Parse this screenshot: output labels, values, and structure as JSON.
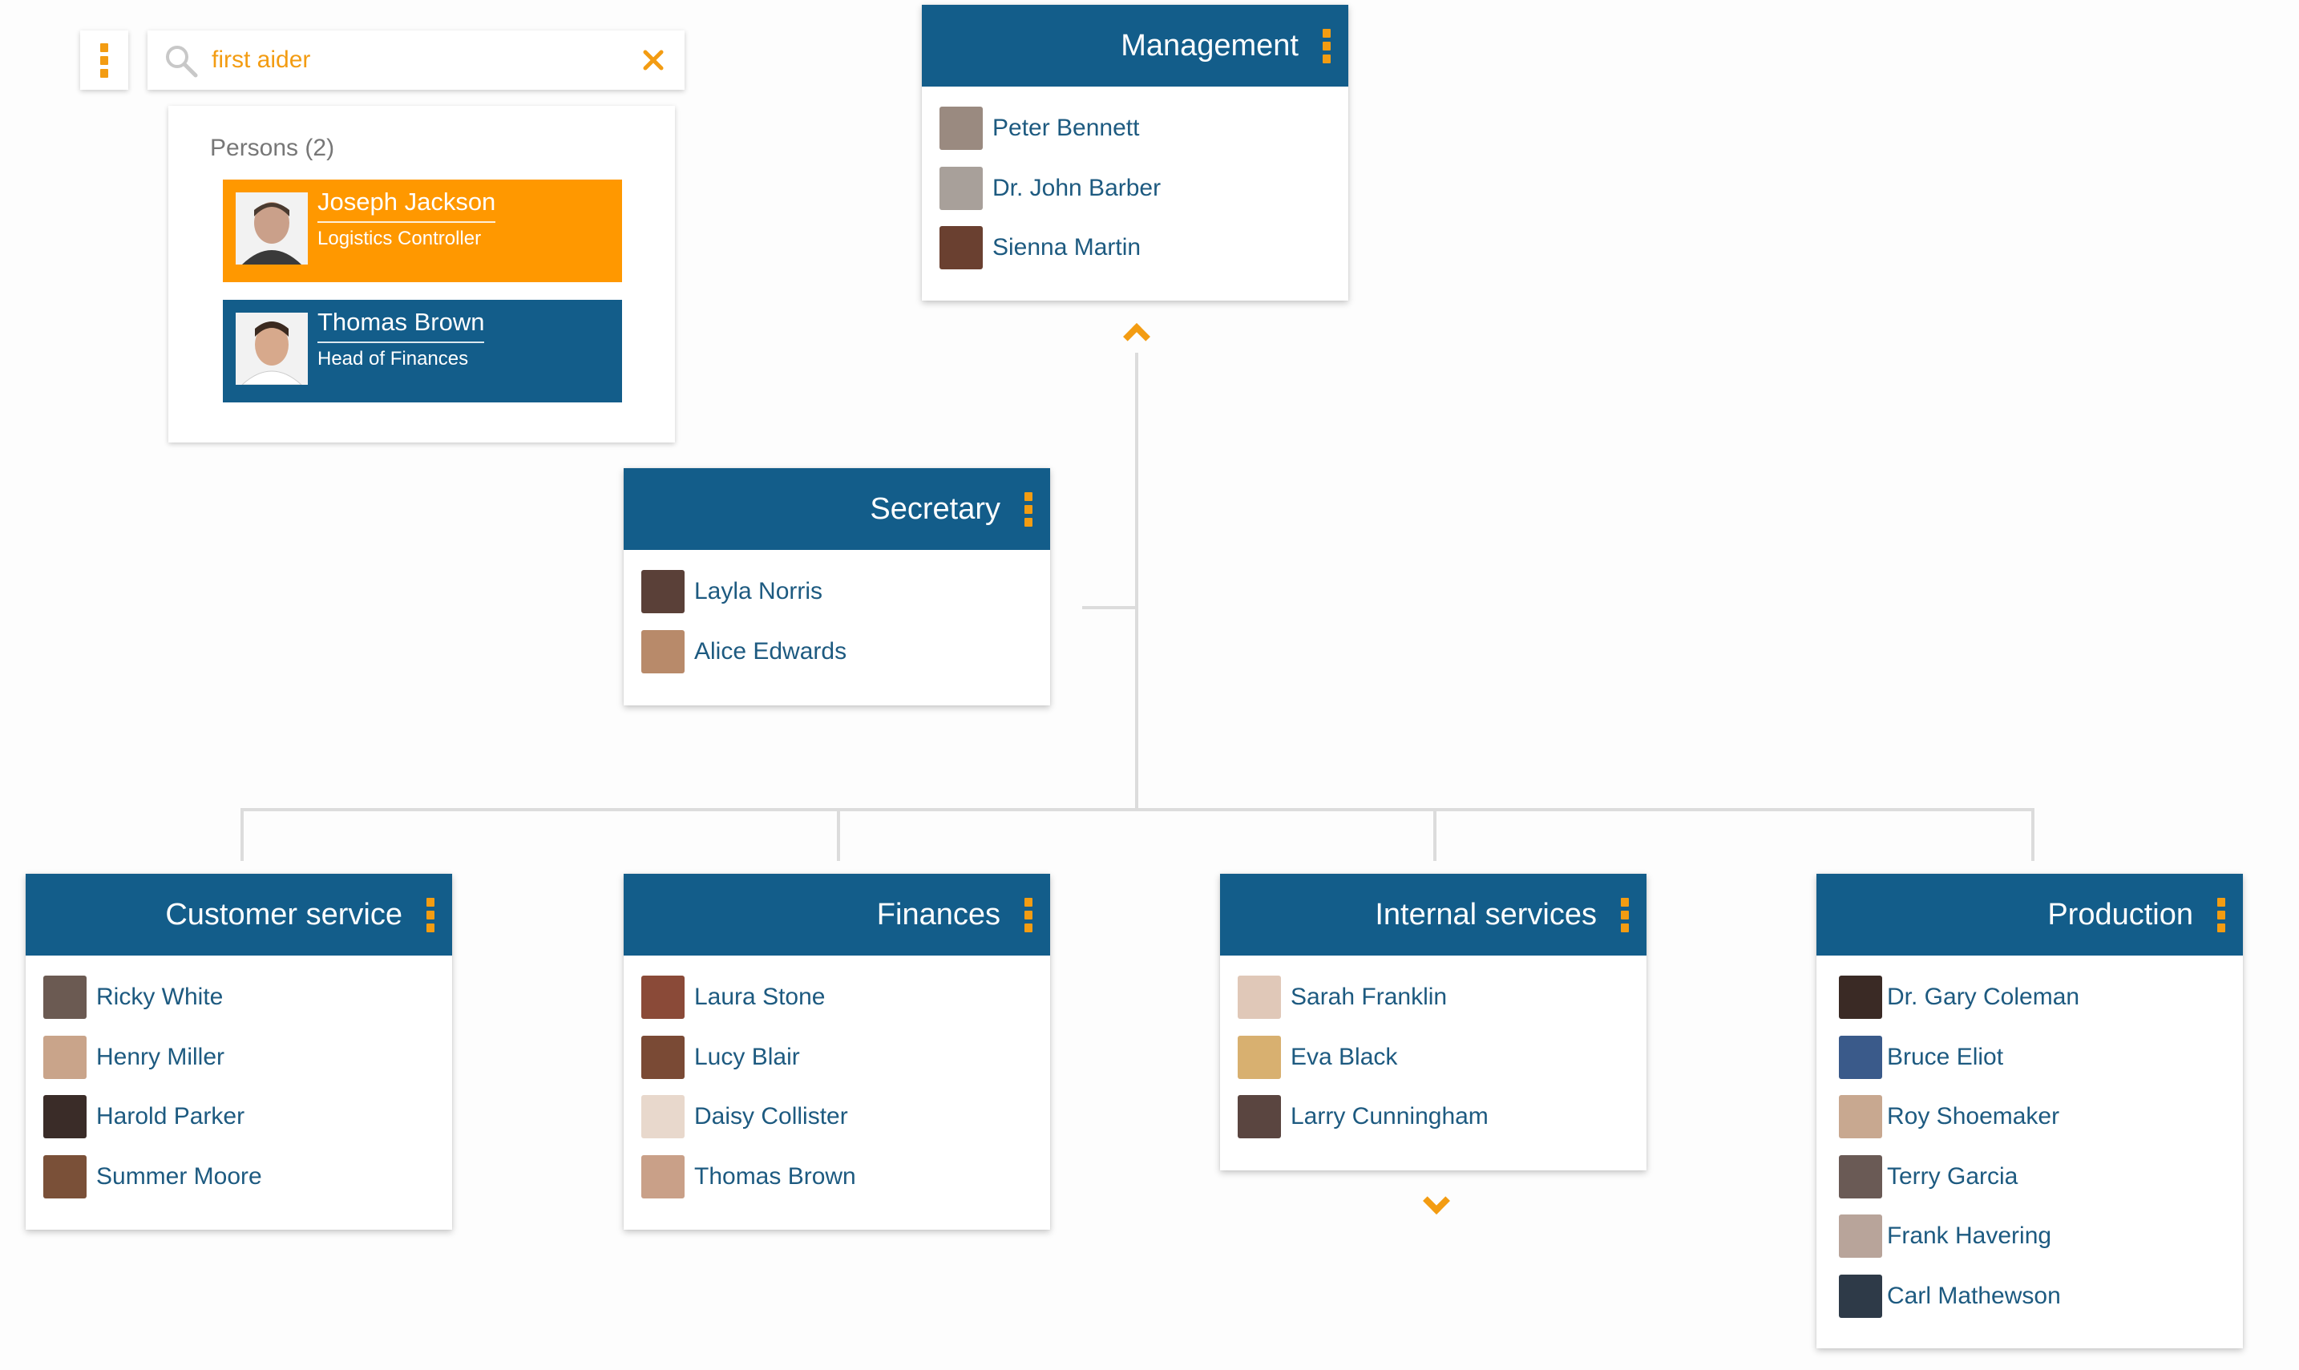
{
  "search": {
    "query": "first aider"
  },
  "results": {
    "label": "Persons (2)",
    "items": [
      {
        "name": "Joseph Jackson",
        "role": "Logistics Controller"
      },
      {
        "name": "Thomas Brown",
        "role": "Head of Finances"
      }
    ]
  },
  "colors": {
    "header": "#135d8a",
    "accent": "#f39c12",
    "highlight": "#ff9800",
    "line": "#dcdcdc"
  },
  "icons": {
    "menu": "vertical-dots-icon",
    "search": "magnifier-icon",
    "clear": "close-x-icon",
    "collapse": "chevron-up-icon",
    "expand": "chevron-down-icon"
  },
  "cards": {
    "management": {
      "title": "Management",
      "people": [
        "Peter Bennett",
        "Dr. John Barber",
        "Sienna Martin"
      ]
    },
    "secretary": {
      "title": "Secretary",
      "people": [
        "Layla Norris",
        "Alice Edwards"
      ]
    },
    "customer_service": {
      "title": "Customer service",
      "people": [
        "Ricky White",
        "Henry Miller",
        "Harold Parker",
        "Summer Moore"
      ]
    },
    "finances": {
      "title": "Finances",
      "people": [
        "Laura Stone",
        "Lucy Blair",
        "Daisy Collister",
        "Thomas Brown"
      ]
    },
    "internal_services": {
      "title": "Internal services",
      "people": [
        "Sarah Franklin",
        "Eva Black",
        "Larry Cunningham"
      ]
    },
    "production": {
      "title": "Production",
      "people": [
        "Dr. Gary Coleman",
        "Bruce Eliot",
        "Roy Shoemaker",
        "Terry Garcia",
        "Frank Havering",
        "Carl Mathewson"
      ]
    }
  }
}
